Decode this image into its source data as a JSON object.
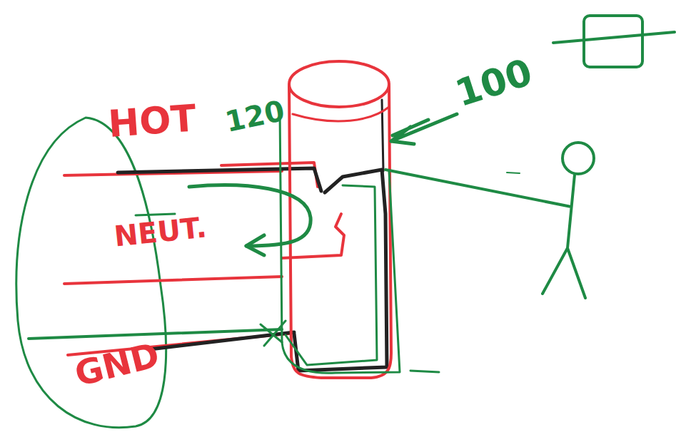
{
  "diagram": {
    "labels": [
      "HOT",
      "120",
      "100",
      "NEUT.",
      "GND"
    ]
  }
}
